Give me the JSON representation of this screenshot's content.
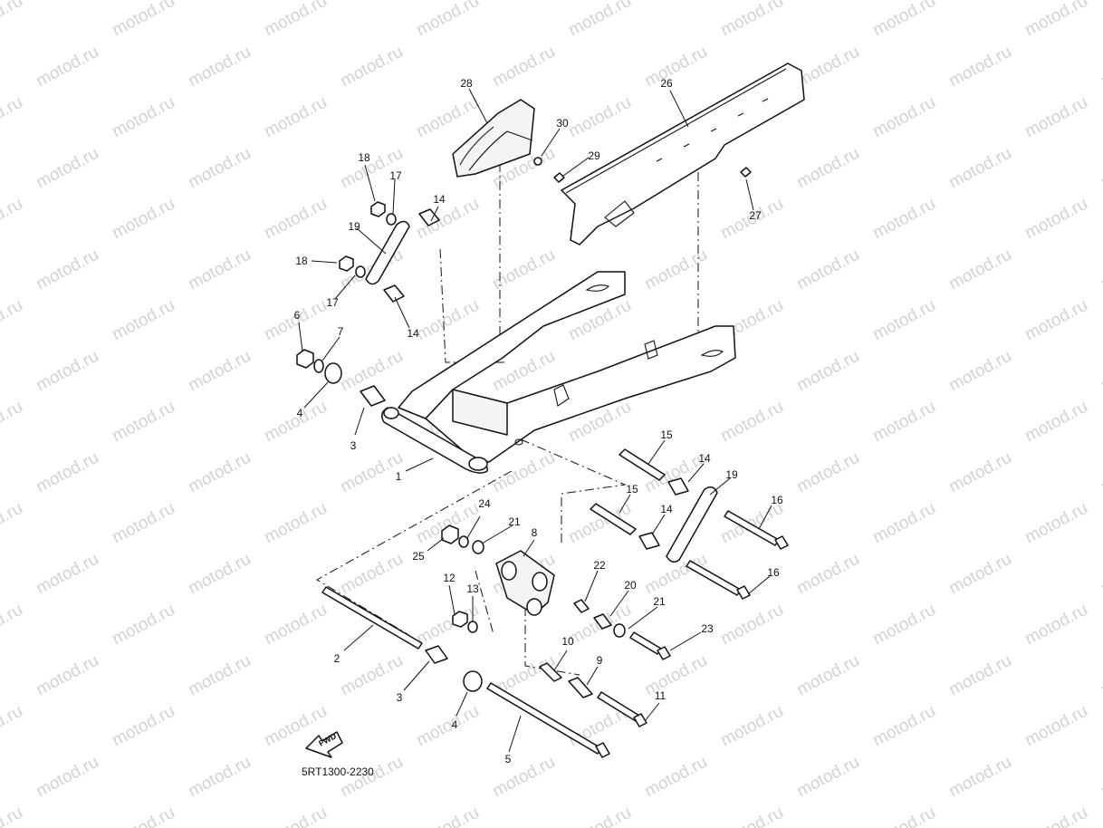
{
  "watermark": "motod.ru",
  "diagram_code": "5RT1300-2230",
  "fwd_label": "FWD",
  "callouts": {
    "c1": "1",
    "c2": "2",
    "c3a": "3",
    "c3b": "3",
    "c4a": "4",
    "c4b": "4",
    "c5": "5",
    "c6": "6",
    "c7": "7",
    "c8": "8",
    "c9": "9",
    "c10": "10",
    "c11": "11",
    "c12": "12",
    "c13": "13",
    "c14a": "14",
    "c14b": "14",
    "c14c": "14",
    "c14d": "14",
    "c15a": "15",
    "c15b": "15",
    "c16a": "16",
    "c16b": "16",
    "c17a": "17",
    "c17b": "17",
    "c18a": "18",
    "c18b": "18",
    "c19a": "19",
    "c19b": "19",
    "c20": "20",
    "c21a": "21",
    "c21b": "21",
    "c22": "22",
    "c23": "23",
    "c24": "24",
    "c25": "25",
    "c26": "26",
    "c27": "27",
    "c28": "28",
    "c29": "29",
    "c30": "30"
  }
}
